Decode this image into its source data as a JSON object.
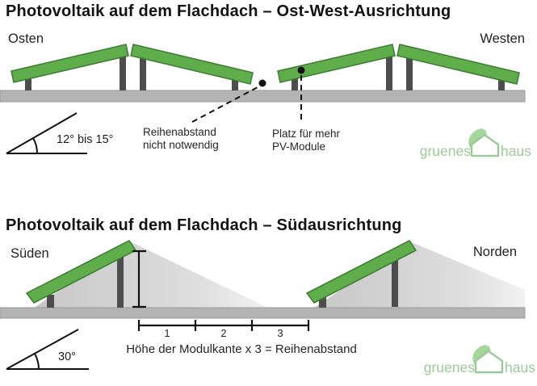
{
  "colors": {
    "panel_green": "#60ad4b",
    "panel_border_green": "#3c7c33",
    "roof_gray": "#b4b4b4",
    "post_gray": "#4d4d4d",
    "shadow_gray": "#c7c7c7",
    "logo_green": "#9cc998",
    "leaf_green": "#a5d79d",
    "text_black": "#1e1e1e"
  },
  "section_east_west": {
    "title": "Photovoltaik auf dem Flachdach – Ost-West-Ausrichtung",
    "direction_left": "Osten",
    "direction_right": "Westen",
    "angle_label": "12° bis 15°",
    "note_no_row_spacing": [
      "Reihenabstand",
      "nicht notwendig"
    ],
    "note_more_modules": [
      "Platz für mehr",
      "PV-Module"
    ]
  },
  "section_south": {
    "title": "Photovoltaik auf dem Flachdach – Südausrichtung",
    "direction_left": "Süden",
    "direction_right": "Norden",
    "angle_label": "30°",
    "spacing_ticks": [
      "1",
      "2",
      "3"
    ],
    "spacing_formula": "Höhe der Modulkante x 3 = Reihenabstand"
  },
  "logo": {
    "word_left": "gruenes",
    "word_right": "haus"
  }
}
